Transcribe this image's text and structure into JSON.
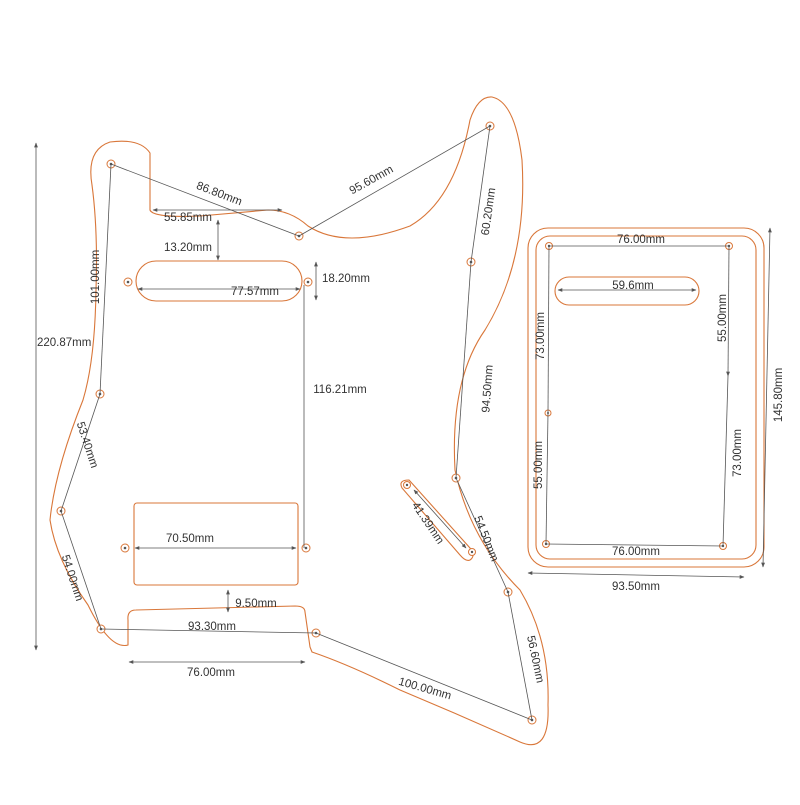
{
  "colors": {
    "outline": "#d9773a",
    "dimension_line": "#555555",
    "text": "#333333",
    "background": "#ffffff"
  },
  "pickguard": {
    "overall_height": "220.87mm",
    "top_left_to_horn": "86.80mm",
    "horn_to_top_right": "95.60mm",
    "top_cutout_width": "55.85mm",
    "cutout_to_pickup_gap": "13.20mm",
    "left_side_height": "101.00mm",
    "neck_pickup_length": "77.57mm",
    "neck_pickup_width": "18.20mm",
    "pickup_spacing": "116.21mm",
    "right_upper_edge": "60.20mm",
    "right_mid_edge": "94.50mm",
    "left_lower_upper": "53.40mm",
    "left_lower_lower": "54.00mm",
    "bridge_pickup_width": "70.50mm",
    "bridge_to_cutout_gap": "9.50mm",
    "bottom_hole_span": "93.30mm",
    "bottom_cutout_width": "76.00mm",
    "bottom_long_edge": "100.00mm",
    "switch_slot_length": "41.39mm",
    "right_lower_edge": "54.50mm",
    "bottom_right_edge": "56.60mm"
  },
  "backplate": {
    "top_hole_span": "76.00mm",
    "slot_length": "59.6mm",
    "left_upper": "73.00mm",
    "right_upper": "55.00mm",
    "left_lower": "55.00mm",
    "right_lower": "73.00mm",
    "bottom_hole_span": "76.00mm",
    "overall_width": "93.50mm",
    "overall_height": "145.80mm"
  }
}
